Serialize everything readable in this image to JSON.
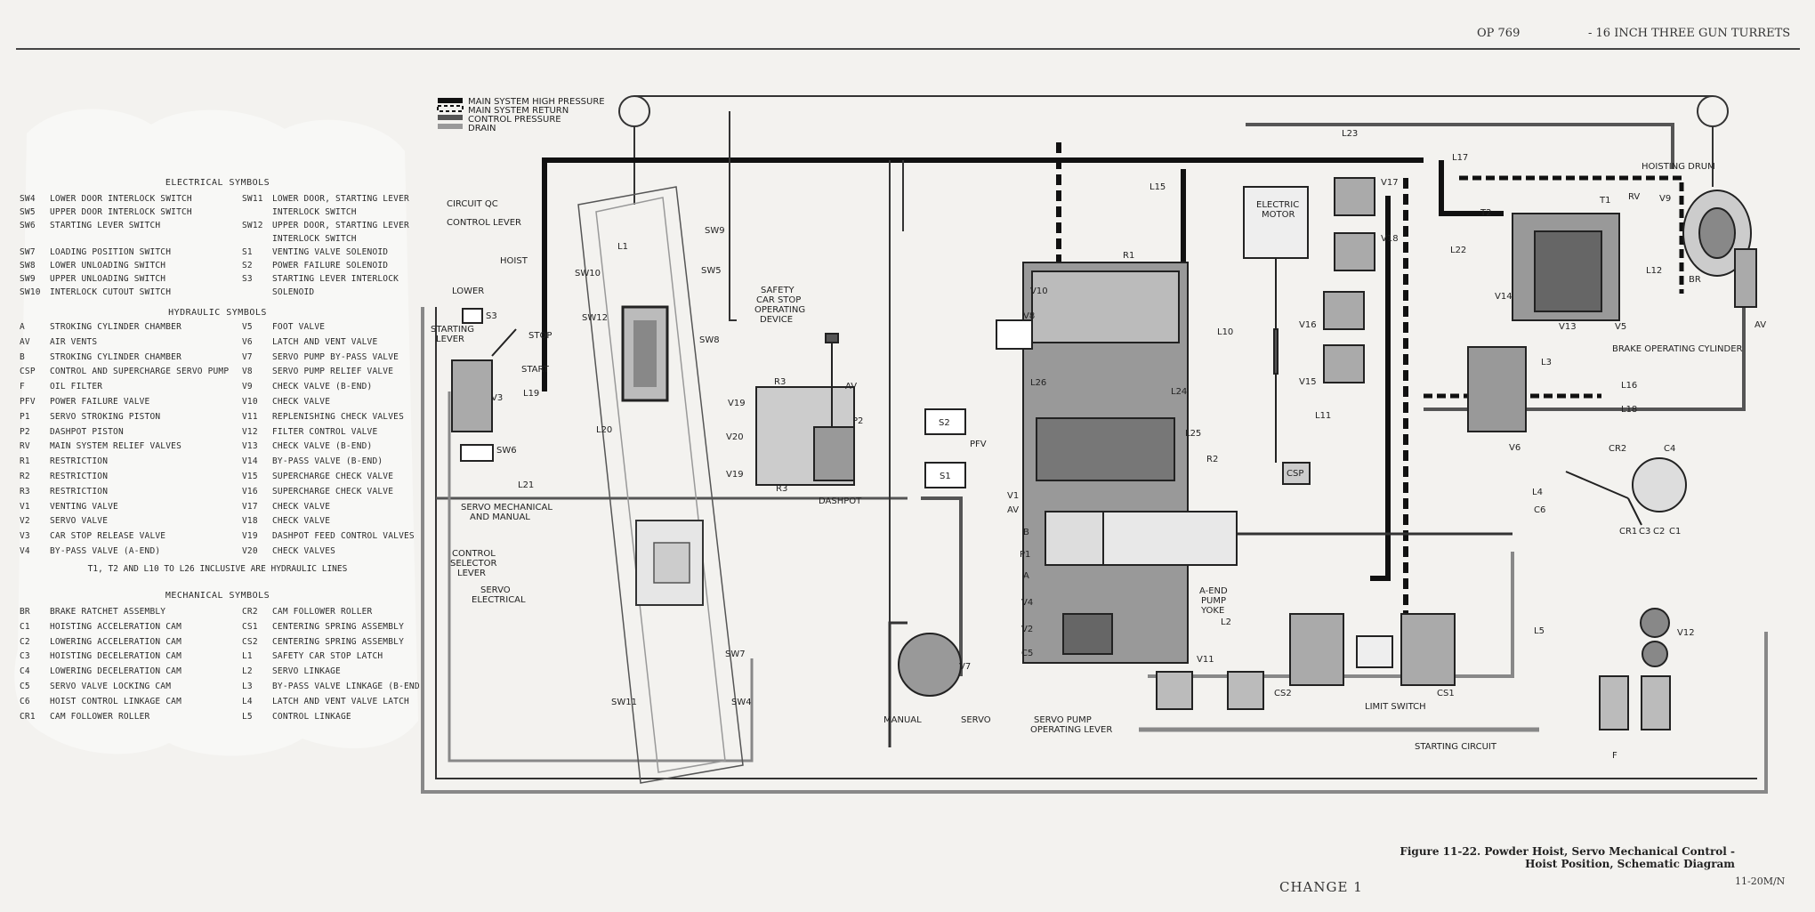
{
  "header": {
    "left": "OP 769",
    "right": "- 16 INCH THREE GUN TURRETS"
  },
  "legend": {
    "electrical_title": "ELECTRICAL SYMBOLS",
    "electrical": [
      [
        "SW4",
        "LOWER DOOR INTERLOCK SWITCH",
        "SW11",
        "LOWER DOOR, STARTING LEVER"
      ],
      [
        "SW5",
        "UPPER DOOR INTERLOCK SWITCH",
        "",
        "INTERLOCK SWITCH"
      ],
      [
        "SW6",
        "STARTING LEVER SWITCH",
        "SW12",
        "UPPER DOOR, STARTING LEVER"
      ],
      [
        "",
        "",
        "",
        "INTERLOCK SWITCH"
      ],
      [
        "SW7",
        "LOADING POSITION SWITCH",
        "S1",
        "VENTING VALVE SOLENOID"
      ],
      [
        "SW8",
        "LOWER UNLOADING SWITCH",
        "S2",
        "POWER FAILURE SOLENOID"
      ],
      [
        "SW9",
        "UPPER UNLOADING SWITCH",
        "S3",
        "STARTING LEVER INTERLOCK"
      ],
      [
        "SW10",
        "INTERLOCK CUTOUT SWITCH",
        "",
        "SOLENOID"
      ]
    ],
    "hydraulic_title": "HYDRAULIC SYMBOLS",
    "hydraulic": [
      [
        "A",
        "STROKING CYLINDER CHAMBER",
        "V5",
        "FOOT VALVE"
      ],
      [
        "AV",
        "AIR VENTS",
        "V6",
        "LATCH AND VENT VALVE"
      ],
      [
        "B",
        "STROKING CYLINDER CHAMBER",
        "V7",
        "SERVO PUMP BY-PASS VALVE"
      ],
      [
        "CSP",
        "CONTROL AND SUPERCHARGE SERVO PUMP",
        "V8",
        "SERVO PUMP RELIEF VALVE"
      ],
      [
        "F",
        "OIL FILTER",
        "V9",
        "CHECK VALVE (B-END)"
      ],
      [
        "PFV",
        "POWER FAILURE VALVE",
        "V10",
        "CHECK VALVE"
      ],
      [
        "P1",
        "SERVO STROKING PISTON",
        "V11",
        "REPLENISHING CHECK VALVES"
      ],
      [
        "P2",
        "DASHPOT PISTON",
        "V12",
        "FILTER CONTROL VALVE"
      ],
      [
        "RV",
        "MAIN SYSTEM RELIEF VALVES",
        "V13",
        "CHECK VALVE (B-END)"
      ],
      [
        "R1",
        "RESTRICTION",
        "V14",
        "BY-PASS VALVE (B-END)"
      ],
      [
        "R2",
        "RESTRICTION",
        "V15",
        "SUPERCHARGE CHECK VALVE"
      ],
      [
        "R3",
        "RESTRICTION",
        "V16",
        "SUPERCHARGE CHECK VALVE"
      ],
      [
        "V1",
        "VENTING VALVE",
        "V17",
        "CHECK VALVE"
      ],
      [
        "V2",
        "SERVO VALVE",
        "V18",
        "CHECK VALVE"
      ],
      [
        "V3",
        "CAR STOP RELEASE VALVE",
        "V19",
        "DASHPOT FEED CONTROL VALVES"
      ],
      [
        "V4",
        "BY-PASS VALVE (A-END)",
        "V20",
        "CHECK VALVES"
      ]
    ],
    "hydraulic_note": "T1, T2 AND L10 TO L26 INCLUSIVE ARE HYDRAULIC LINES",
    "mechanical_title": "MECHANICAL SYMBOLS",
    "mechanical": [
      [
        "BR",
        "BRAKE RATCHET ASSEMBLY",
        "CR2",
        "CAM FOLLOWER ROLLER"
      ],
      [
        "C1",
        "HOISTING ACCELERATION CAM",
        "CS1",
        "CENTERING SPRING ASSEMBLY"
      ],
      [
        "C2",
        "LOWERING ACCELERATION CAM",
        "CS2",
        "CENTERING SPRING ASSEMBLY"
      ],
      [
        "C3",
        "HOISTING DECELERATION CAM",
        "L1",
        "SAFETY CAR STOP LATCH"
      ],
      [
        "C4",
        "LOWERING DECELERATION CAM",
        "L2",
        "SERVO LINKAGE"
      ],
      [
        "C5",
        "SERVO VALVE LOCKING CAM",
        "L3",
        "BY-PASS VALVE LINKAGE (B-END)"
      ],
      [
        "C6",
        "HOIST CONTROL LINKAGE CAM",
        "L4",
        "LATCH AND VENT VALVE LATCH"
      ],
      [
        "CR1",
        "CAM FOLLOWER ROLLER",
        "L5",
        "CONTROL LINKAGE"
      ]
    ]
  },
  "key": [
    "MAIN SYSTEM HIGH PRESSURE",
    "MAIN SYSTEM RETURN",
    "CONTROL PRESSURE",
    "DRAIN"
  ],
  "labels": {
    "circuit_qc": "CIRCUIT QC",
    "control_lever": "CONTROL LEVER",
    "hoist": "HOIST",
    "lower": "LOWER",
    "stop": "STOP",
    "start": "START",
    "starting_lever_1": "STARTING",
    "starting_lever_2": "LEVER",
    "s3": "S3",
    "v3": "V3",
    "sw6": "SW6",
    "l19": "L19",
    "l20": "L20",
    "l21": "L21",
    "sw10": "SW10",
    "sw12": "SW12",
    "sw9": "SW9",
    "sw5": "SW5",
    "sw8": "SW8",
    "l1": "L1",
    "scs_1": "SAFETY",
    "scs_2": "CAR STOP",
    "scs_3": "OPERATING",
    "scs_4": "DEVICE",
    "r3a": "R3",
    "r3b": "R3",
    "av_dash": "AV",
    "v19a": "V19",
    "v20": "V20",
    "v19b": "V19",
    "p2": "P2",
    "dashpot": "DASHPOT",
    "sm_1": "SERVO MECHANICAL",
    "sm_2": "AND MANUAL",
    "csl_1": "CONTROL",
    "csl_2": "SELECTOR",
    "csl_3": "LEVER",
    "se_1": "SERVO",
    "se_2": "ELECTRICAL",
    "sw7": "SW7",
    "sw11": "SW11",
    "sw4": "SW4",
    "manual": "MANUAL",
    "servo": "SERVO",
    "v7": "V7",
    "spol_1": "SERVO PUMP",
    "spol_2": "OPERATING LEVER",
    "s2": "S2",
    "s1": "S1",
    "pfv": "PFV",
    "v10": "V10",
    "v8": "V8",
    "r1": "R1",
    "l15": "L15",
    "l26": "L26",
    "l24": "L24",
    "l25": "L25",
    "r2": "R2",
    "l10": "L10",
    "v1": "V1",
    "av": "AV",
    "b": "B",
    "p1": "P1",
    "a": "A",
    "v4": "V4",
    "v2": "V2",
    "c5": "C5",
    "em_1": "ELECTRIC",
    "em_2": "MOTOR",
    "csp": "CSP",
    "l11": "L11",
    "v17": "V17",
    "v18": "V18",
    "v16": "V16",
    "v15": "V15",
    "l23": "L23",
    "l17": "L17",
    "l22": "L22",
    "hoisting_drum": "HOISTING DRUM",
    "t2": "T2",
    "t1": "T1",
    "rv": "RV",
    "v9": "V9",
    "v14": "V14",
    "v13": "V13",
    "v5": "V5",
    "l12": "L12",
    "br": "BR",
    "av_brake": "AV",
    "boc": "BRAKE OPERATING CYLINDER",
    "l3": "L3",
    "l16": "L16",
    "l18": "L18",
    "v6": "V6",
    "cr2": "CR2",
    "c4": "C4",
    "cr1": "CR1",
    "c3": "C3",
    "c2": "C2",
    "c1": "C1",
    "l4": "L4",
    "c6": "C6",
    "l5": "L5",
    "l2": "L2",
    "ae_1": "A-END",
    "ae_2": "PUMP",
    "ae_3": "YOKE",
    "v11": "V11",
    "cs2": "CS2",
    "cs1": "CS1",
    "limit_switch": "LIMIT SWITCH",
    "starting_circuit": "STARTING CIRCUIT",
    "v12": "V12",
    "f": "F"
  },
  "caption": {
    "line1": "Figure 11-22. Powder Hoist, Servo Mechanical Control -",
    "line2": "Hoist Position, Schematic Diagram"
  },
  "footer": {
    "change": "CHANGE 1",
    "page_code": "11-20M/N"
  }
}
